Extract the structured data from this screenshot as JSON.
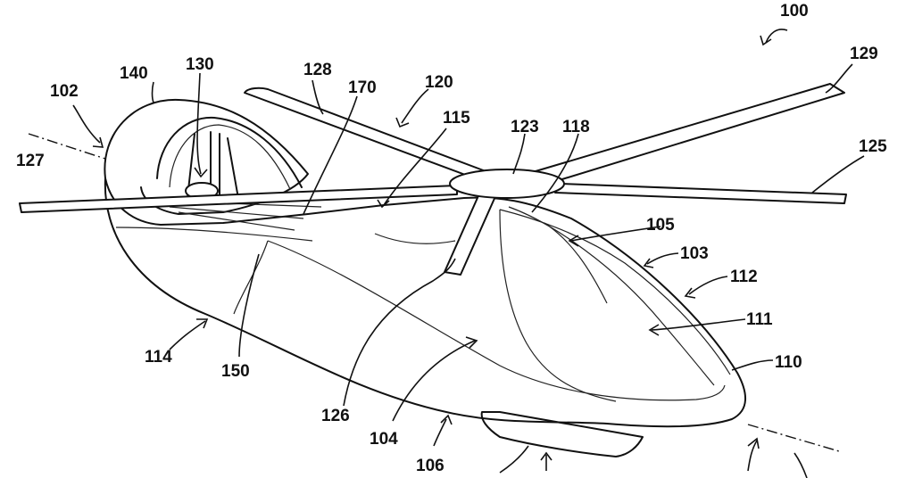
{
  "figure": {
    "labels": [
      {
        "key": "100",
        "text": "100"
      },
      {
        "key": "102",
        "text": "102"
      },
      {
        "key": "103",
        "text": "103"
      },
      {
        "key": "104",
        "text": "104"
      },
      {
        "key": "105",
        "text": "105"
      },
      {
        "key": "106",
        "text": "106"
      },
      {
        "key": "110",
        "text": "110"
      },
      {
        "key": "111",
        "text": "111"
      },
      {
        "key": "112",
        "text": "112"
      },
      {
        "key": "114",
        "text": "114"
      },
      {
        "key": "115",
        "text": "115"
      },
      {
        "key": "118",
        "text": "118"
      },
      {
        "key": "120",
        "text": "120"
      },
      {
        "key": "123",
        "text": "123"
      },
      {
        "key": "125",
        "text": "125"
      },
      {
        "key": "126",
        "text": "126"
      },
      {
        "key": "127",
        "text": "127"
      },
      {
        "key": "128",
        "text": "128"
      },
      {
        "key": "129",
        "text": "129"
      },
      {
        "key": "130",
        "text": "130"
      },
      {
        "key": "140",
        "text": "140"
      },
      {
        "key": "150",
        "text": "150"
      },
      {
        "key": "170",
        "text": "170"
      }
    ]
  }
}
